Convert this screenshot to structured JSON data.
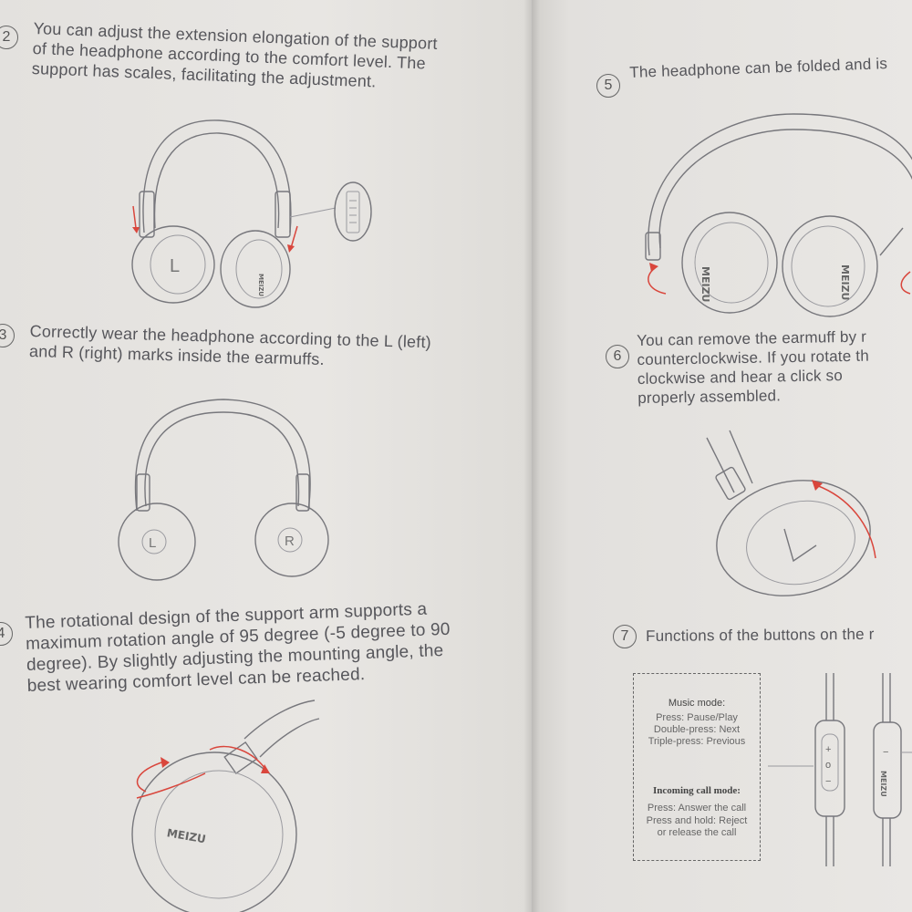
{
  "sections": {
    "s2": {
      "number": "2",
      "lines": [
        "You can adjust the extension elongation of the support",
        "of the headphone according to the comfort level. The",
        "support has scales, facilitating the adjustment."
      ]
    },
    "s3": {
      "number": "3",
      "lines": [
        "Correctly wear the headphone according to the L (left)",
        "and R (right) marks inside the earmuffs."
      ],
      "left_mark": "L",
      "right_mark": "R"
    },
    "s4": {
      "number": "4",
      "lines": [
        "The rotational design of the support arm supports a",
        "maximum rotation angle of 95 degree (-5 degree to 90",
        "degree). By slightly adjusting the mounting angle, the",
        "best wearing comfort level can be reached."
      ],
      "logo": "MEIZU"
    },
    "s5": {
      "number": "5",
      "lines": [
        "The headphone can be folded and is"
      ],
      "logo": "MEIZU"
    },
    "s6": {
      "number": "6",
      "lines": [
        "You can remove the earmuff by r",
        "counterclockwise. If you rotate th",
        "clockwise and hear a click so",
        "properly assembled."
      ]
    },
    "s7": {
      "number": "7",
      "lines": [
        "Functions of the buttons on the r"
      ],
      "music_mode": {
        "heading": "Music mode:",
        "items": [
          "Press: Pause/Play",
          "Double-press: Next",
          "Triple-press: Previous"
        ]
      },
      "call_mode": {
        "heading": "Incoming call mode:",
        "items": [
          "Press: Answer the call",
          "Press and hold: Reject",
          "or release the call"
        ]
      },
      "remote_logo": "MEIZU",
      "remote_symbols": [
        "+",
        "o",
        "−"
      ]
    }
  }
}
